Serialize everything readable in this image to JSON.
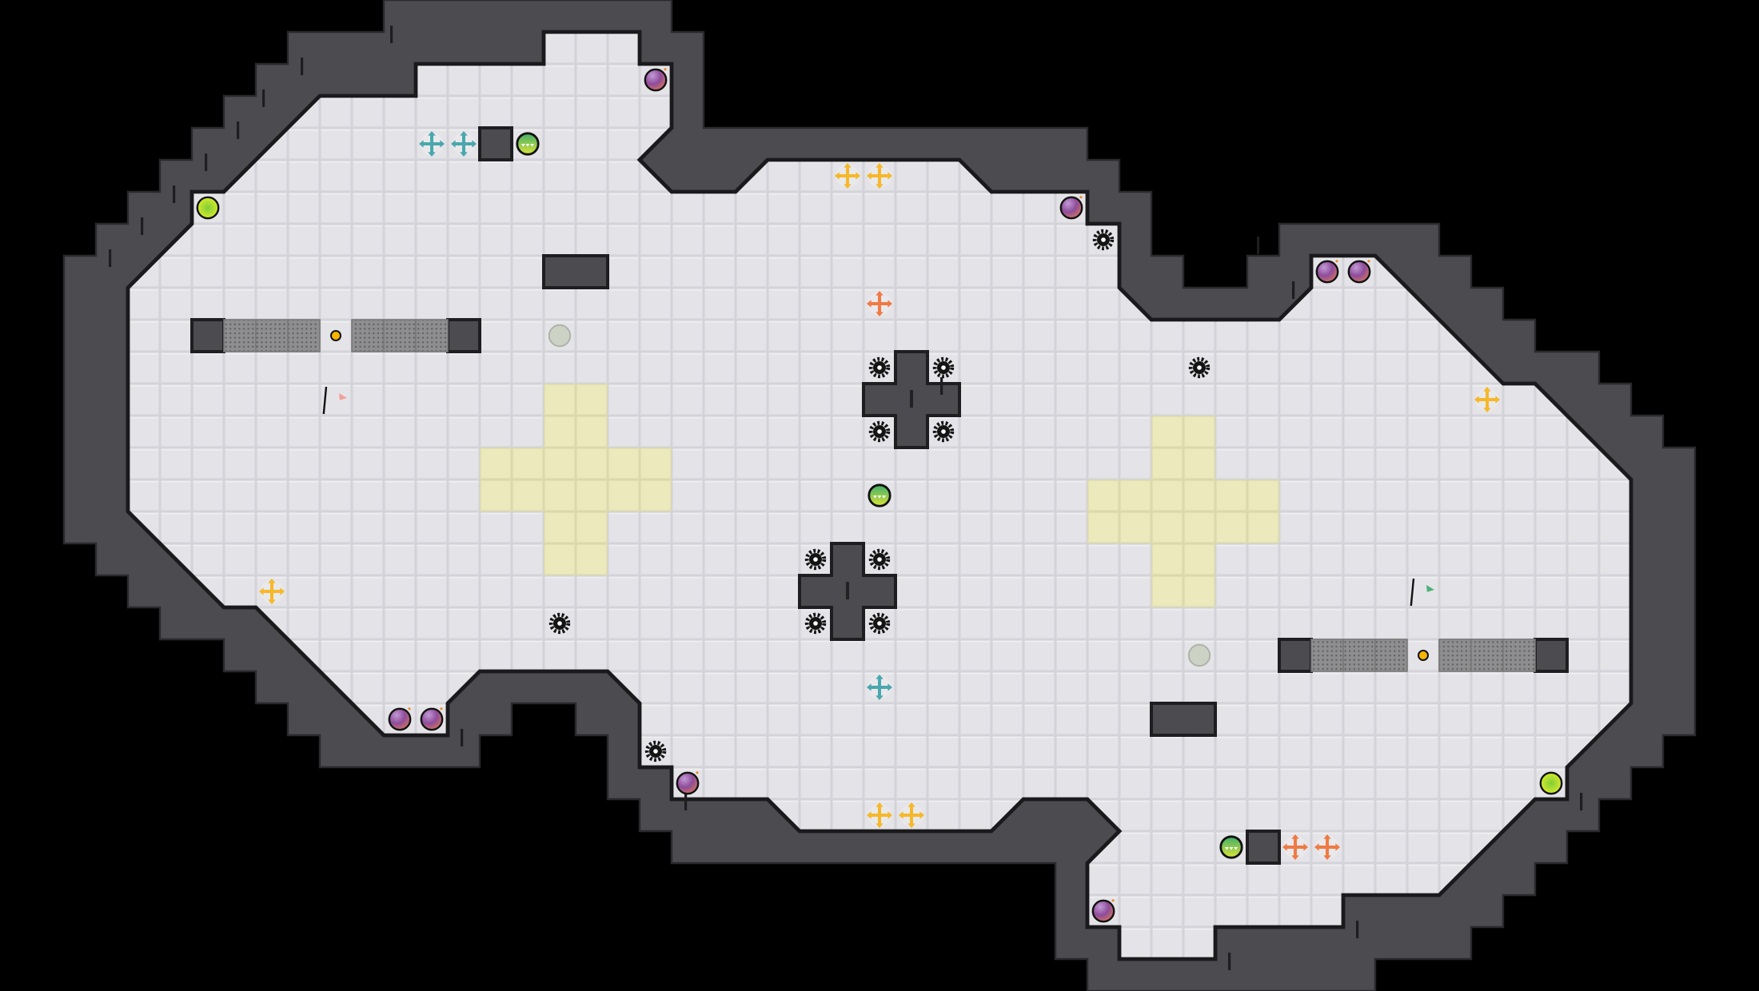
{
  "level": {
    "colors": {
      "background": "#000000",
      "wall": "#4b4b50",
      "wall_outline": "#1e1e21",
      "floor": "#e3e3e7",
      "floor_line": "#d2d2d8",
      "zone": "#ece9bd",
      "bomb": "#9b4d8c",
      "cross_teal": "#4aa7ad",
      "cross_yellow": "#f5b82a",
      "cross_orange": "#f07a45",
      "gear": "#141414",
      "green_ball": "#5cbf5a",
      "yellow_ball": "#d6e62a",
      "coin": "#f7b500",
      "grate": "#8b8b8d",
      "flag_red": "#e8403e",
      "flag_blue": "#5aa9d6"
    },
    "entities": [
      "bomb",
      "cross-mover-teal",
      "cross-mover-yellow",
      "cross-mover-orange",
      "gear-hazard",
      "green-ball",
      "yellow-ball",
      "coin",
      "grate",
      "switch-circle",
      "start-flag",
      "goal-flag",
      "block"
    ]
  }
}
